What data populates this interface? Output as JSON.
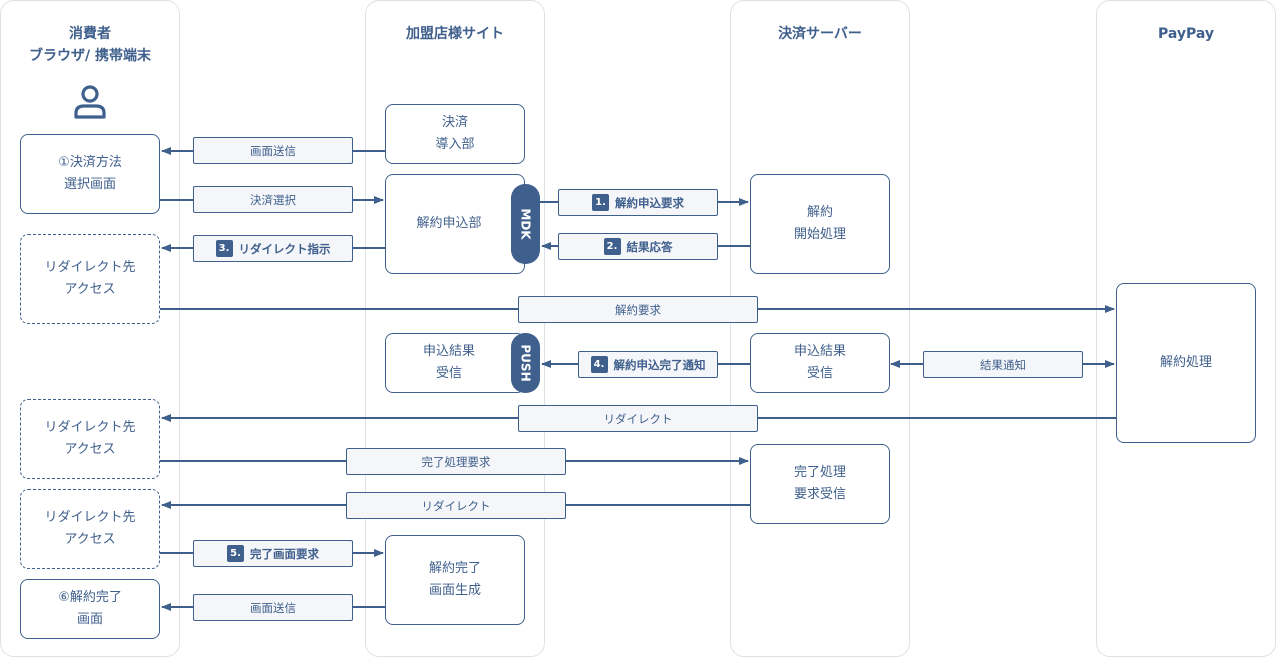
{
  "lanes": {
    "consumer": {
      "title_line1": "消費者",
      "title_line2": "ブラウザ/ 携帯端末"
    },
    "merchant": {
      "title": "加盟店様サイト"
    },
    "server": {
      "title": "決済サーバー"
    },
    "paypay": {
      "title": "PayPay"
    }
  },
  "boxes": {
    "select_screen": {
      "line1": "①決済方法",
      "line2": "選択画面"
    },
    "redirect_access": {
      "line1": "リダイレクト先",
      "line2": "アクセス"
    },
    "cancel_complete_screen": {
      "line1": "⑥解約完了",
      "line2": "画面"
    },
    "payment_intro": {
      "line1": "決済",
      "line2": "導入部"
    },
    "cancel_request_unit": {
      "line1": "解約申込部"
    },
    "result_receive": {
      "line1": "申込結果",
      "line2": "受信"
    },
    "completion_screen_gen": {
      "line1": "解約完了",
      "line2": "画面生成"
    },
    "cancel_start": {
      "line1": "解約",
      "line2": "開始処理"
    },
    "server_result_receive": {
      "line1": "申込結果",
      "line2": "受信"
    },
    "completion_request_receive": {
      "line1": "完了処理",
      "line2": "要求受信"
    },
    "paypay_cancel": {
      "line1": "解約処理"
    }
  },
  "pills": {
    "mdk": "MDK",
    "push": "PUSH"
  },
  "labels": {
    "screen_send_1": "画面送信",
    "payment_select": "決済選択",
    "redirect_instruction": {
      "num": "3.",
      "text": "リダイレクト指示"
    },
    "cancel_request_req": {
      "num": "1.",
      "text": "解約申込要求"
    },
    "result_response": {
      "num": "2.",
      "text": "結果応答"
    },
    "cancel_request": "解約要求",
    "cancel_complete_notify": {
      "num": "4.",
      "text": "解約申込完了通知"
    },
    "result_notify": "結果通知",
    "redirect_1": "リダイレクト",
    "completion_request": "完了処理要求",
    "redirect_2": "リダイレクト",
    "complete_screen_request": {
      "num": "5.",
      "text": "完了画面要求"
    },
    "screen_send_2": "画面送信"
  },
  "colors": {
    "primary": "#3f5f8c",
    "label_bg": "#f4f6fa",
    "lane_border": "#dde2e9"
  },
  "icons": {
    "consumer": "person-icon"
  }
}
